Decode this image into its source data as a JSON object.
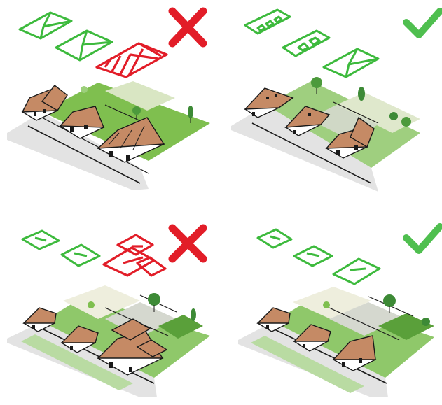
{
  "colors": {
    "good_outline": "#3dba3d",
    "bad_outline": "#e21d28",
    "good_mark": "#4fbf4f",
    "bad_mark": "#e21d28",
    "lawn": "#7fbf4f",
    "lawn_dark": "#5aa03a",
    "plot_pale": "#dfe8cc",
    "plot_grey": "#d5d8cf",
    "road": "#e3e3e3",
    "roof": "#c58a65",
    "wall": "#ffffff",
    "ink": "#1a1a1a"
  },
  "panels": [
    {
      "id": "top-left",
      "verdict": "incorrect",
      "mark_icon": "red-cross-icon",
      "roof_style": "gable",
      "layout": "varied-setback"
    },
    {
      "id": "top-right",
      "verdict": "correct",
      "mark_icon": "green-check-icon",
      "roof_style": "gable",
      "layout": "consistent-setback"
    },
    {
      "id": "bottom-left",
      "verdict": "incorrect",
      "mark_icon": "red-cross-icon",
      "roof_style": "hip",
      "layout": "oversized-cluster"
    },
    {
      "id": "bottom-right",
      "verdict": "correct",
      "mark_icon": "green-check-icon",
      "roof_style": "hip",
      "layout": "consistent-scale"
    }
  ]
}
